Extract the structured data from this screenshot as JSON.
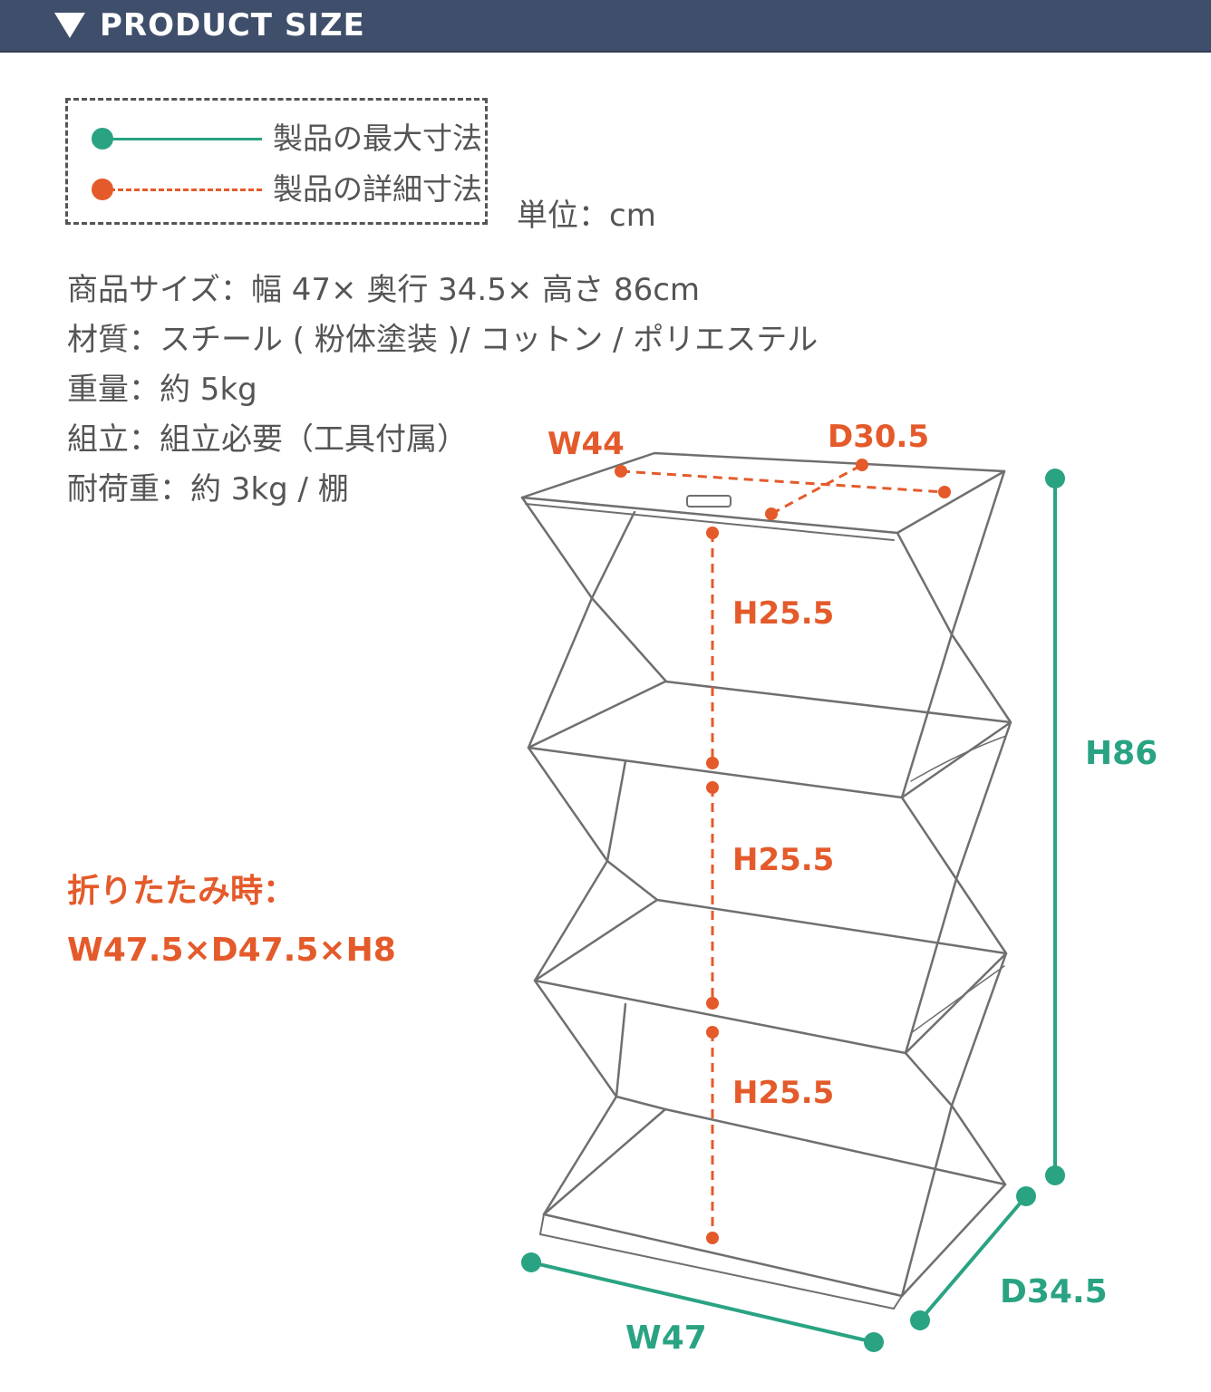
{
  "header": {
    "title": "PRODUCT SIZE"
  },
  "legend": {
    "max_label": "製品の最大寸法",
    "detail_label": "製品の詳細寸法"
  },
  "unit_label": "単位：cm",
  "specs": [
    "商品サイズ：幅 47× 奥行 34.5× 高さ 86cm",
    "材質：スチール ( 粉体塗装 )/ コットン / ポリエステル",
    "重量：約 5kg",
    "組立：組立必要（工具付属）",
    "耐荷重：約 3kg / 棚"
  ],
  "folded": {
    "label": "折りたたみ時：",
    "dims": "W47.5×D47.5×H8"
  },
  "dimensions": {
    "top_width": "W44",
    "top_depth": "D30.5",
    "shelf_height_1": "H25.5",
    "shelf_height_2": "H25.5",
    "shelf_height_3": "H25.5",
    "total_height": "H86",
    "width": "W47",
    "depth": "D34.5"
  },
  "colors": {
    "header_bg": "#3f4e6b",
    "max_dimension": "#2aa383",
    "detail_dimension": "#e45a2a",
    "text": "#555555"
  }
}
